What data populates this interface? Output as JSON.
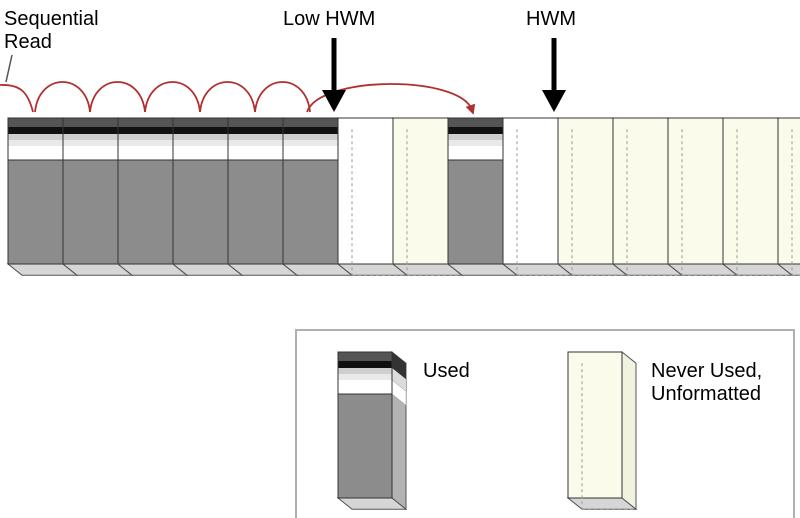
{
  "labels": {
    "sequential_read_line1": "Sequential",
    "sequential_read_line2": "Read",
    "low_hwm": "Low HWM",
    "hwm": "HWM"
  },
  "legend": {
    "used": "Used",
    "never_used_line1": "Never Used,",
    "never_used_line2": "Unformatted"
  },
  "blocks": [
    {
      "state": "used"
    },
    {
      "state": "used"
    },
    {
      "state": "used"
    },
    {
      "state": "used"
    },
    {
      "state": "used"
    },
    {
      "state": "used"
    },
    {
      "state": "empty"
    },
    {
      "state": "unformatted"
    },
    {
      "state": "used"
    },
    {
      "state": "empty"
    },
    {
      "state": "unformatted"
    },
    {
      "state": "unformatted"
    },
    {
      "state": "unformatted"
    },
    {
      "state": "unformatted"
    },
    {
      "state": "unformatted"
    }
  ],
  "colors": {
    "used_body": "#8c8c8c",
    "used_top_band": "#555555",
    "used_black_band": "#111111",
    "unformatted_fill": "#fbfbeb",
    "arrow_red": "#b03030"
  }
}
